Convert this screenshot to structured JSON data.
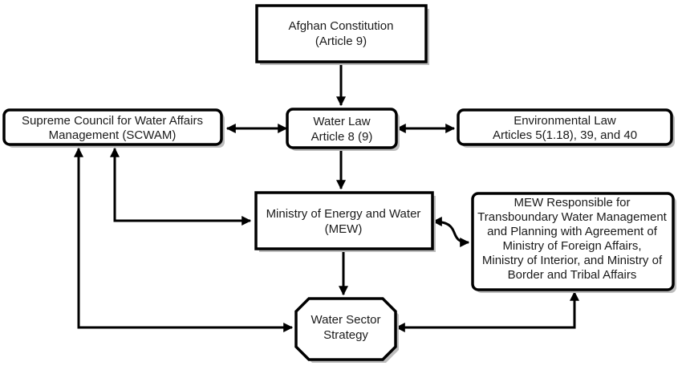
{
  "nodes": {
    "constitution": {
      "lines": [
        "Afghan Constitution",
        "(Article 9)"
      ]
    },
    "water_law": {
      "lines": [
        "Water Law",
        "Article 8 (9)"
      ]
    },
    "scwam": {
      "lines": [
        "Supreme Council for Water Affairs",
        "Management (SCWAM)"
      ]
    },
    "env_law": {
      "lines": [
        "Environmental Law",
        "Articles 5(1.18), 39, and 40"
      ]
    },
    "mew": {
      "lines": [
        "Ministry of Energy and Water",
        "(MEW)"
      ]
    },
    "mew_responsible": {
      "lines": [
        "MEW Responsible for",
        "Transboundary Water Management",
        "and Planning with Agreement of",
        "Ministry of Foreign Affairs,",
        "Ministry of Interior, and Ministry of",
        "Border and Tribal Affairs"
      ]
    },
    "strategy": {
      "lines": [
        "Water Sector",
        "Strategy"
      ]
    }
  }
}
